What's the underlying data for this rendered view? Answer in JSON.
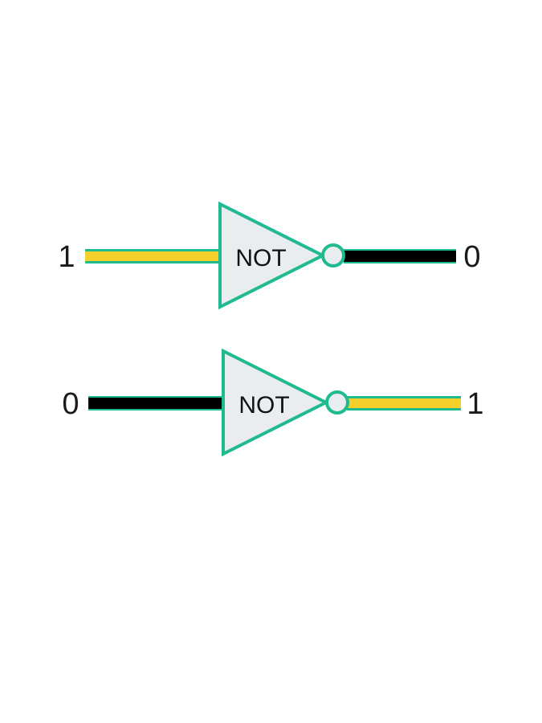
{
  "colors": {
    "gate_stroke": "#1fba8f",
    "gate_fill": "#e9edf0",
    "high_signal": "#f5cf2a",
    "low_signal": "#000000",
    "wire_edge": "#1fba8f",
    "text": "#1a1a1a"
  },
  "gates": [
    {
      "type": "NOT",
      "label": "NOT",
      "input_value": "1",
      "output_value": "0"
    },
    {
      "type": "NOT",
      "label": "NOT",
      "input_value": "0",
      "output_value": "1"
    }
  ]
}
